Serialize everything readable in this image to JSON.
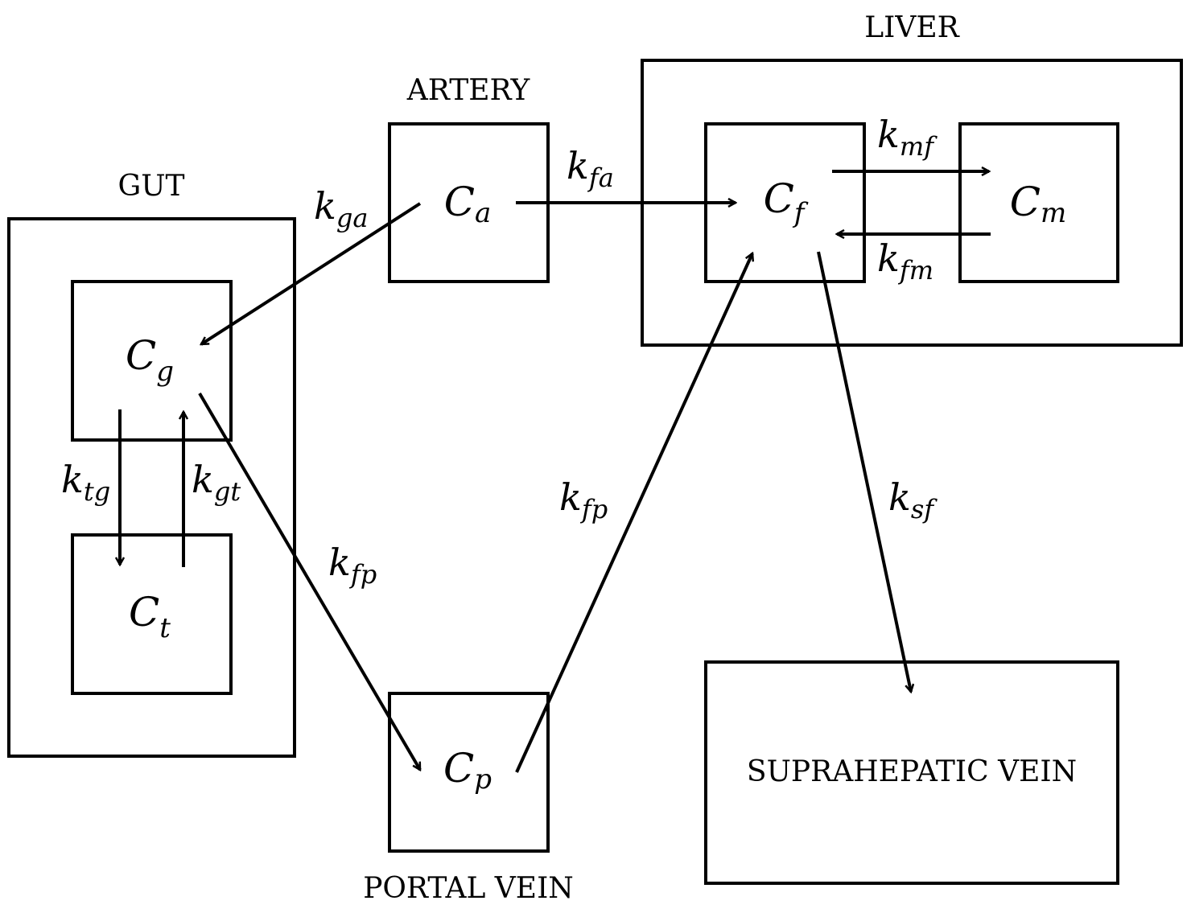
{
  "regions": {
    "gut": "GUT",
    "artery": "ARTERY",
    "liver": "LIVER",
    "portal_vein": "PORTAL VEIN",
    "suprahepatic_vein": "SUPRAHEPATIC VEIN"
  },
  "compartments": {
    "Cg": {
      "symbol": "C",
      "sub": "g"
    },
    "Ct": {
      "symbol": "C",
      "sub": "t"
    },
    "Ca": {
      "symbol": "C",
      "sub": "a"
    },
    "Cp": {
      "symbol": "C",
      "sub": "p"
    },
    "Cf": {
      "symbol": "C",
      "sub": "f"
    },
    "Cm": {
      "symbol": "C",
      "sub": "m"
    }
  },
  "rates": {
    "kga": {
      "symbol": "k",
      "sub": "ga"
    },
    "kfa": {
      "symbol": "k",
      "sub": "fa"
    },
    "kmf": {
      "symbol": "k",
      "sub": "mf"
    },
    "kfm": {
      "symbol": "k",
      "sub": "fm"
    },
    "ktg": {
      "symbol": "k",
      "sub": "tg"
    },
    "kgt": {
      "symbol": "k",
      "sub": "gt"
    },
    "kfp_gut": {
      "symbol": "k",
      "sub": "fp"
    },
    "kfp_portal": {
      "symbol": "k",
      "sub": "fp"
    },
    "ksf": {
      "symbol": "k",
      "sub": "sf"
    }
  },
  "edges": [
    {
      "from": "Ca",
      "to": "Cg",
      "rate": "kga"
    },
    {
      "from": "Ca",
      "to": "Cf",
      "rate": "kfa"
    },
    {
      "from": "Cf",
      "to": "Cm",
      "rate": "kmf"
    },
    {
      "from": "Cm",
      "to": "Cf",
      "rate": "kfm"
    },
    {
      "from": "Cg",
      "to": "Ct",
      "rate": "ktg"
    },
    {
      "from": "Ct",
      "to": "Cg",
      "rate": "kgt"
    },
    {
      "from": "Cg",
      "to": "Cp",
      "rate": "kfp_gut"
    },
    {
      "from": "Cp",
      "to": "Cf",
      "rate": "kfp_portal"
    },
    {
      "from": "Cf",
      "to": "suprahepatic_vein",
      "rate": "ksf"
    }
  ]
}
